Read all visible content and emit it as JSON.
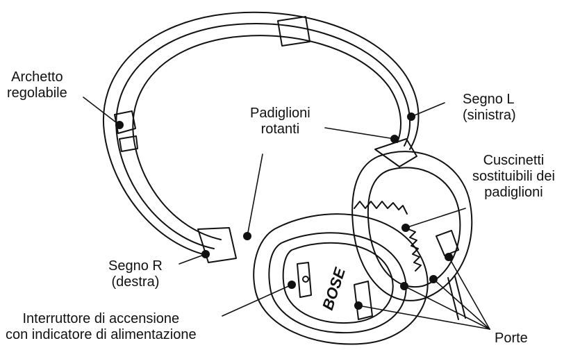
{
  "labels": {
    "archetto": [
      "Archetto",
      "regolabile"
    ],
    "segno_l": [
      "Segno L",
      "(sinistra)"
    ],
    "padiglioni": [
      "Padiglioni",
      "rotanti"
    ],
    "cuscinetti": [
      "Cuscinetti",
      "sostituibili dei",
      "padiglioni"
    ],
    "segno_r": [
      "Segno R",
      "(destra)"
    ],
    "interruttore": [
      "Interruttore di accensione",
      "con indicatore di alimentazione"
    ],
    "porte": [
      "Porte"
    ]
  },
  "logo_text": "BOSE",
  "colors": {
    "ink": "#111111",
    "paper": "#ffffff"
  }
}
